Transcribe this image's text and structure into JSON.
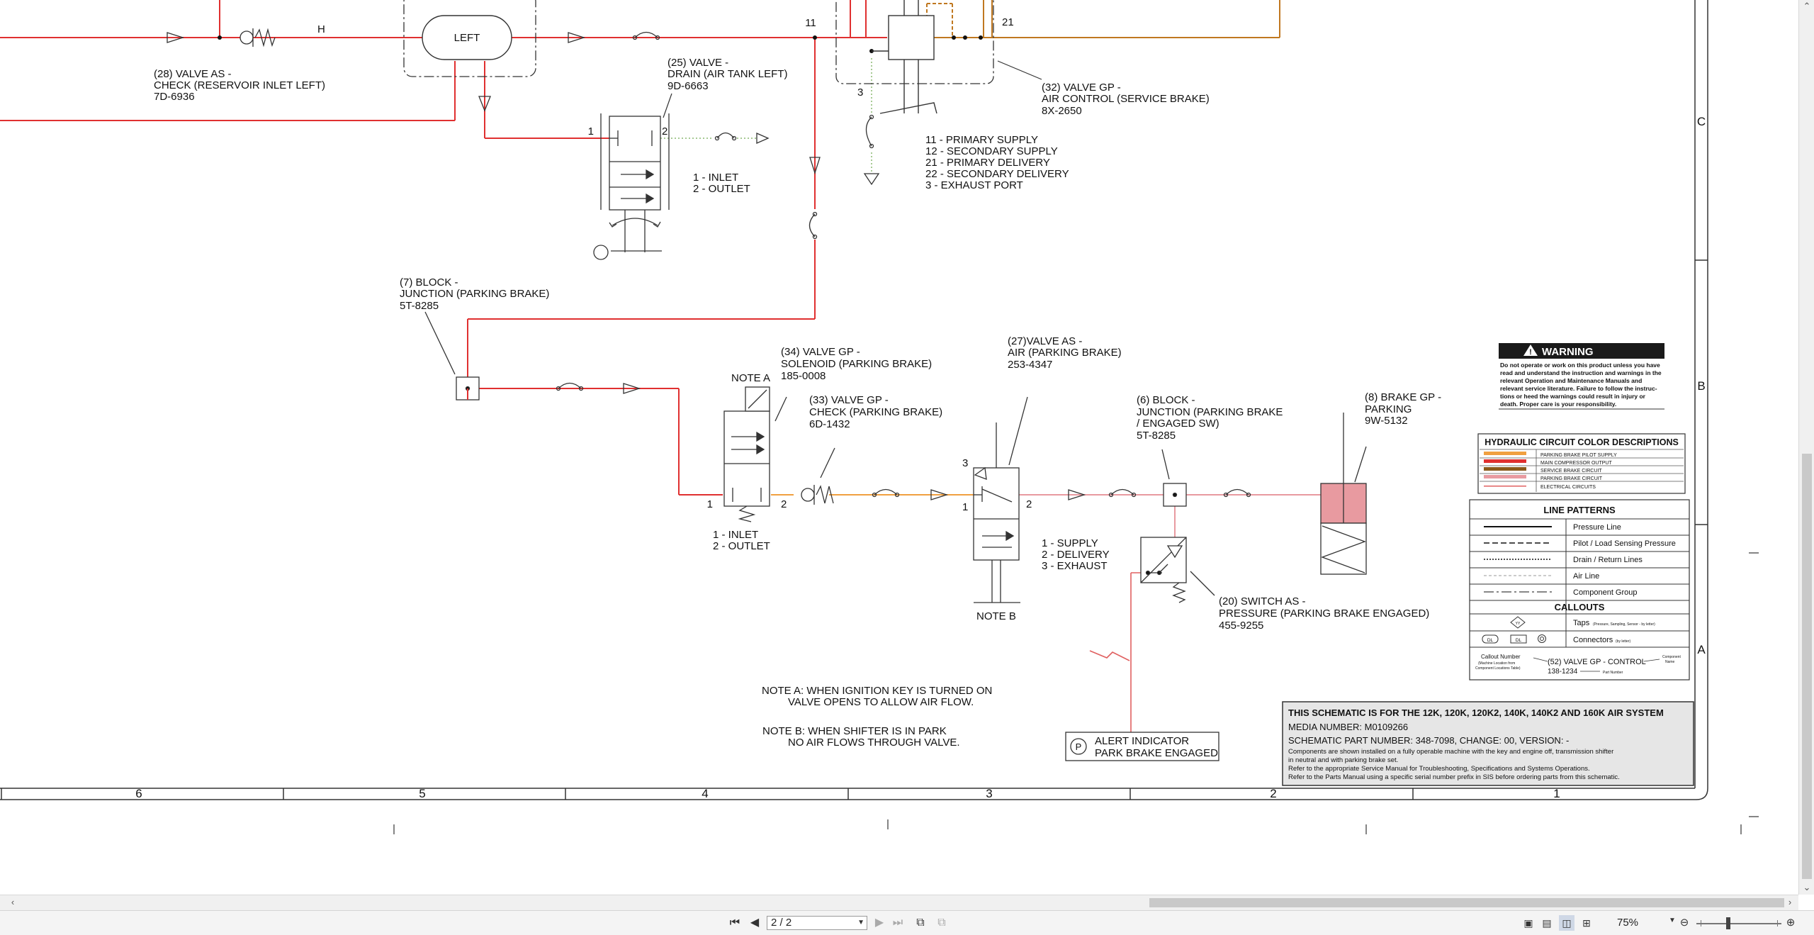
{
  "schematic": {
    "components": {
      "valve28": [
        "(28) VALVE AS -",
        "CHECK (RESERVOIR INLET LEFT)",
        "7D-6936"
      ],
      "valve25": [
        "(25) VALVE -",
        "DRAIN (AIR TANK LEFT)",
        "9D-6663"
      ],
      "valve32": [
        "(32) VALVE GP  -",
        "AIR CONTROL (SERVICE BRAKE)",
        "8X-2650"
      ],
      "block7": [
        "(7) BLOCK -",
        "JUNCTION (PARKING BRAKE)",
        "5T-8285"
      ],
      "valve34": [
        "(34) VALVE GP -",
        "SOLENOID (PARKING BRAKE)",
        "185-0008"
      ],
      "valve33": [
        "(33) VALVE GP -",
        "CHECK (PARKING BRAKE)",
        "6D-1432"
      ],
      "valve27": [
        "(27)VALVE AS -",
        "AIR (PARKING BRAKE)",
        "253-4347"
      ],
      "block6": [
        "(6) BLOCK -",
        "JUNCTION (PARKING BRAKE",
        "/ ENGAGED SW)",
        "5T-8285"
      ],
      "brake8": [
        "(8) BRAKE GP -",
        "PARKING",
        "9W-5132"
      ],
      "switch20": [
        "(20) SWITCH AS -",
        "PRESSURE (PARKING BRAKE ENGAGED)",
        "455-9255"
      ]
    },
    "tank_label": "LEFT",
    "port_labels": {
      "h": "H",
      "p11": "11",
      "p21": "21",
      "p3": "3",
      "p1": "1",
      "p2": "2"
    },
    "drain_ports": [
      "1 - INLET",
      "2 - OUTLET"
    ],
    "control_ports": [
      "11 - PRIMARY SUPPLY",
      "12 - SECONDARY SUPPLY",
      "21 - PRIMARY DELIVERY",
      "22 - SECONDARY DELIVERY",
      " 3 - EXHAUST PORT"
    ],
    "solenoid_ports": [
      "1 - INLET",
      "2 - OUTLET"
    ],
    "air_valve_ports": [
      "1 - SUPPLY",
      "2 - DELIVERY",
      "3 - EXHAUST"
    ],
    "note_a_tag": "NOTE A",
    "note_b_tag": "NOTE B",
    "note_a": [
      "NOTE A:  WHEN IGNITION KEY IS TURNED ON",
      "VALVE OPENS TO ALLOW AIR FLOW."
    ],
    "note_b": [
      "NOTE B:  WHEN SHIFTER IS IN PARK",
      "NO AIR FLOWS THROUGH VALVE."
    ],
    "alert": {
      "symbol": "P",
      "lines": [
        "ALERT INDICATOR",
        "PARK BRAKE ENGAGED"
      ]
    },
    "warning": {
      "title": "WARNING",
      "lines": [
        "Do not operate or work on this product unless you have",
        "read and understand the instruction and warnings in the",
        "relevant Operation and Maintenance Manuals and",
        "relevant service literature. Failure to follow the instruc-",
        "tions or heed the warnings could result in injury or",
        "death. Proper care is your responsibility."
      ]
    },
    "legend": {
      "color_title": "HYDRAULIC CIRCUIT COLOR DESCRIPTIONS",
      "colors": [
        {
          "label": "PARKING BRAKE PILOT SUPPLY",
          "color": "#f0a040"
        },
        {
          "label": "MAIN COMPRESSOR OUTPUT",
          "color": "#e03030"
        },
        {
          "label": "SERVICE BRAKE CIRCUIT",
          "color": "#8a5a1a"
        },
        {
          "label": "PARKING BRAKE CIRCUIT",
          "color": "#e89aa0"
        },
        {
          "label": "ELECTRICAL CIRCUITS",
          "color": "#e06060"
        }
      ],
      "patterns_title": "LINE PATTERNS",
      "patterns": [
        "Pressure Line",
        "Pilot / Load Sensing Pressure",
        "Drain / Return Lines",
        "Air Line",
        "Component Group"
      ],
      "callouts_title": "CALLOUTS",
      "taps": "Taps",
      "taps_note": "(Pressure, Sampling, Sensor - by letter)",
      "tap_symbol": "YY",
      "connectors": "Connectors",
      "connectors_note": "(by letter)",
      "dl": "DL",
      "callout_number": "Callout Number",
      "callout_sub": [
        "(Machine Location from",
        "Component Locations Table)"
      ],
      "example_name": "(52) VALVE GP - CONTROL",
      "example_part": "138-1234",
      "component_name": [
        "Component",
        "Name"
      ],
      "part_number": "Part Number"
    },
    "info": {
      "title": "THIS SCHEMATIC IS FOR THE 12K, 120K, 120K2, 140K, 140K2  AND 160K AIR SYSTEM",
      "media": "MEDIA NUMBER: M0109266",
      "part": "SCHEMATIC PART NUMBER: 348-7098, CHANGE: 00, VERSION: -",
      "lines": [
        "Components are shown installed on a fully operable machine with the key and engine off, transmission shifter",
        "in neutral and with parking brake set.",
        "Refer to the appropriate Service Manual for Troubleshooting, Specifications and Systems Operations.",
        "Refer to the Parts Manual using a specific serial number prefix in SIS before ordering parts from this schematic."
      ]
    },
    "zones": [
      "6",
      "5",
      "4",
      "3",
      "2",
      "1"
    ],
    "rows": [
      "C",
      "B",
      "A"
    ]
  },
  "toolbar": {
    "page": "2 / 2",
    "zoom": "75%"
  },
  "colors": {
    "compressor": "#e03030",
    "pilot": "#f0a040",
    "service": "#c07820",
    "park": "#e89aa0",
    "elec": "#e06060",
    "drain": "#8ab870"
  }
}
